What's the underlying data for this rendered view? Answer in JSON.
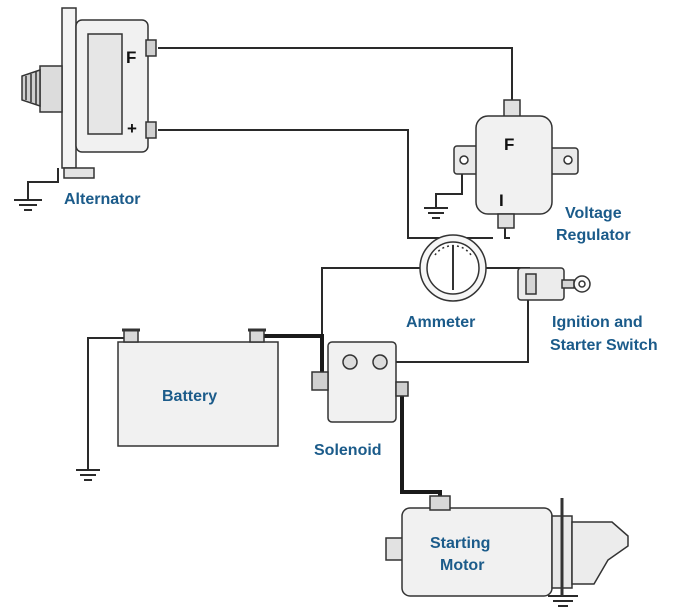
{
  "colors": {
    "label": "#1b5b8a",
    "wire": "#2a2a2a",
    "component_fill": "#f1f1f1",
    "component_stroke": "#333333"
  },
  "labels": {
    "alternator": "Alternator",
    "voltage_regulator": [
      "Voltage",
      "Regulator"
    ],
    "ammeter": "Ammeter",
    "ignition_switch": [
      "Ignition and",
      "Starter Switch"
    ],
    "battery": "Battery",
    "solenoid": "Solenoid",
    "starting_motor": [
      "Starting",
      "Motor"
    ]
  },
  "terminals": {
    "alternator_field": "F",
    "alternator_output": "+",
    "regulator_field": "F",
    "regulator_ignition": "I"
  },
  "icons": [
    "ground-icon",
    "alternator-icon",
    "regulator-icon",
    "ammeter-icon",
    "key-icon",
    "battery-icon",
    "solenoid-icon",
    "starter-motor-icon"
  ]
}
